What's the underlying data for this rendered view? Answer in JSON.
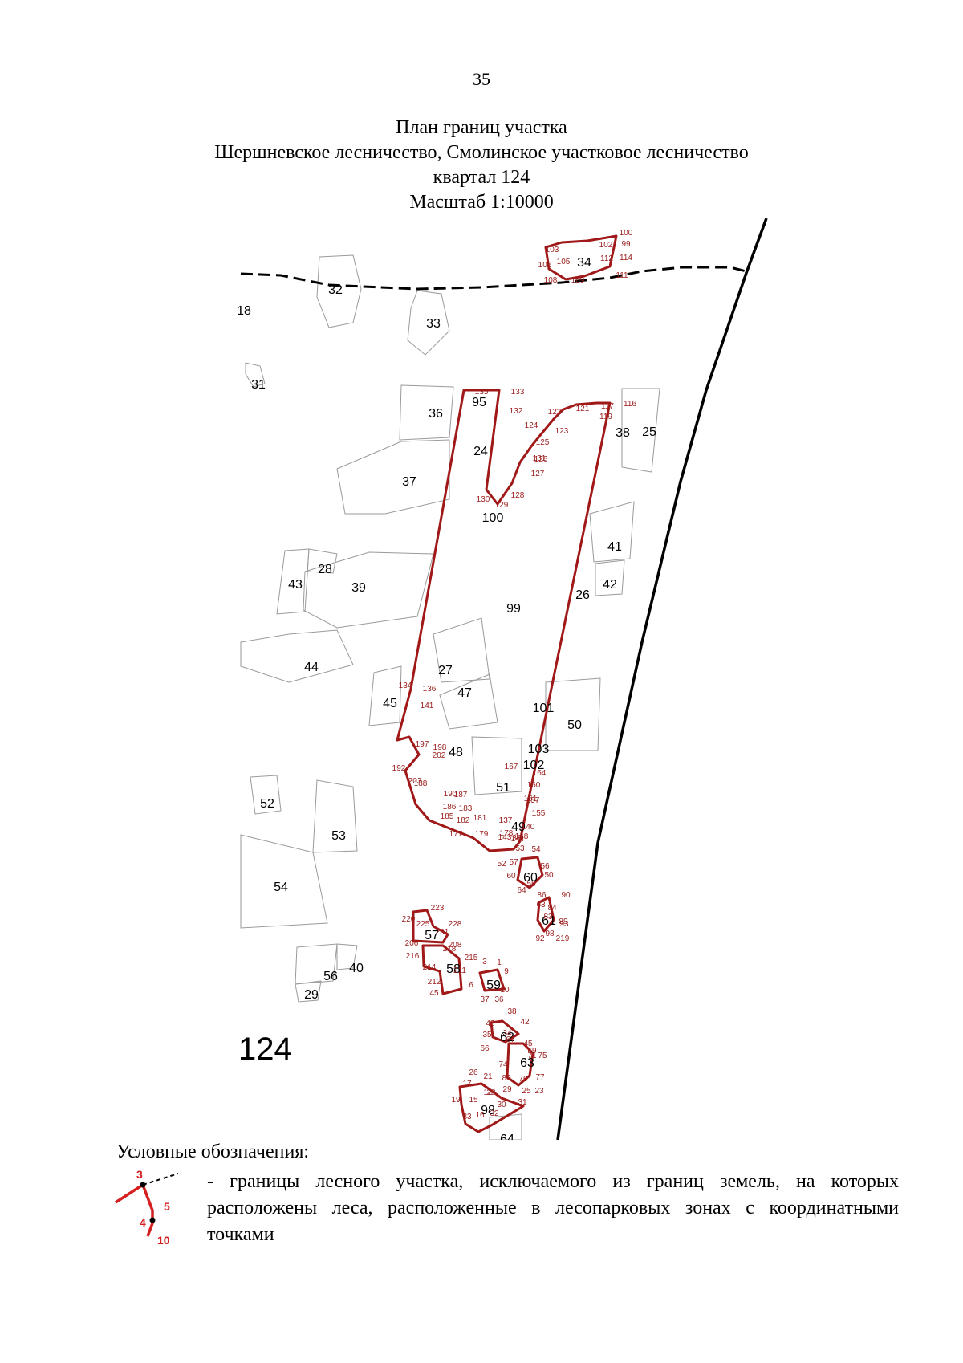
{
  "page": {
    "number": "35"
  },
  "header": {
    "title": "План границ участка",
    "forestry": "Шершневское лесничество, Смолинское участковое лесничество",
    "quarter": "квартал 124",
    "scale": "Масштаб 1:10000"
  },
  "map": {
    "quarter_label": "124",
    "colors": {
      "boundary": "#a01818",
      "point_label": "#9a1c1c",
      "base": "#000000",
      "parcel": "#9a9a9a"
    },
    "parcel_labels": [
      "32",
      "33",
      "18",
      "31",
      "34",
      "36",
      "95",
      "24",
      "37",
      "38",
      "25",
      "100",
      "28",
      "43",
      "39",
      "41",
      "42",
      "99",
      "26",
      "44",
      "27",
      "47",
      "45",
      "101",
      "50",
      "103",
      "102",
      "48",
      "51",
      "49",
      "52",
      "53",
      "54",
      "60",
      "61",
      "57",
      "58",
      "59",
      "56",
      "40",
      "29",
      "62",
      "63",
      "98",
      "64"
    ],
    "point_labels": [
      "100",
      "103",
      "99",
      "102",
      "114",
      "112",
      "106",
      "105",
      "108",
      "109",
      "111",
      "135",
      "133",
      "132",
      "122",
      "121",
      "117",
      "116",
      "119",
      "124",
      "123",
      "125",
      "131",
      "126",
      "127",
      "128",
      "130",
      "129",
      "134",
      "136",
      "141",
      "197",
      "198",
      "202",
      "192",
      "203",
      "188",
      "190",
      "187",
      "186",
      "183",
      "185",
      "182",
      "181",
      "137",
      "177",
      "179",
      "178",
      "143",
      "138",
      "140",
      "144",
      "148",
      "167",
      "164",
      "160",
      "161",
      "157",
      "155",
      "53",
      "54",
      "57",
      "52",
      "56",
      "50",
      "60",
      "55",
      "64",
      "86",
      "90",
      "63",
      "84",
      "89",
      "83",
      "93",
      "92",
      "98",
      "219",
      "220",
      "223",
      "225",
      "228",
      "231",
      "206",
      "208",
      "218",
      "216",
      "215",
      "214",
      "211",
      "212",
      "6",
      "45",
      "3",
      "1",
      "9",
      "10",
      "37",
      "36",
      "38",
      "42",
      "43",
      "35",
      "34",
      "67",
      "45",
      "69",
      "66",
      "71",
      "75",
      "74",
      "80",
      "76",
      "77",
      "25",
      "23",
      "26",
      "21",
      "17",
      "28",
      "29",
      "19",
      "15",
      "12",
      "30",
      "31",
      "33",
      "16",
      "32"
    ]
  },
  "legend": {
    "heading": "Условные обозначения:",
    "description": "- границы лесного участка, исключаемого из границ земель, на которых расположены леса, расположенные в лесопарковых зонах с координатными точками",
    "sample_points": [
      "3",
      "5",
      "4",
      "10"
    ]
  }
}
